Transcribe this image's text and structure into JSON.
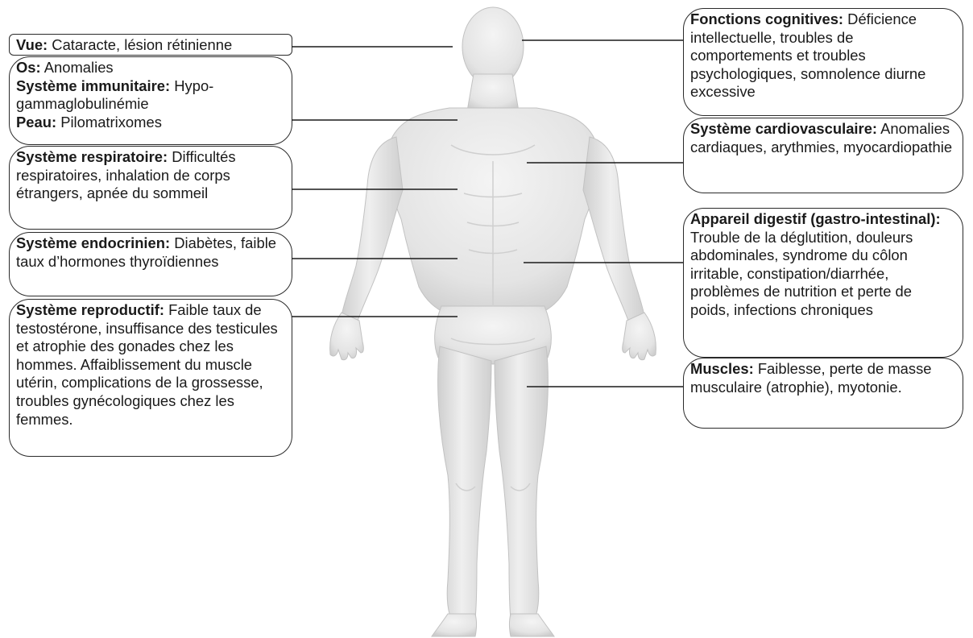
{
  "left_boxes": [
    {
      "id": "vue",
      "entries": [
        {
          "term": "Vue:",
          "desc": " Cataracte, lésion rétinienne"
        }
      ]
    },
    {
      "id": "os-immuno-peau",
      "entries": [
        {
          "term": "Os:",
          "desc": " Anomalies"
        },
        {
          "term": "Système immunitaire:",
          "desc": " Hypo-gammaglobulinémie"
        },
        {
          "term": "Peau:",
          "desc": " Pilomatrixomes"
        }
      ]
    },
    {
      "id": "respiratoire",
      "entries": [
        {
          "term": "Système respiratoire:",
          "desc": " Difficultés respiratoires, inhalation de corps étrangers, apnée du sommeil"
        }
      ]
    },
    {
      "id": "endocrinien",
      "entries": [
        {
          "term": "Système endocrinien:",
          "desc": " Diabètes, faible taux d’hormones thyroïdiennes"
        }
      ]
    },
    {
      "id": "reproductif",
      "entries": [
        {
          "term": "Système reproductif:",
          "desc": " Faible taux de testostérone, insuffisance des testicules et atrophie des gonades chez les hommes. Affaiblissement du muscle utérin, complications de la grossesse, troubles gynécologiques chez les femmes."
        }
      ]
    }
  ],
  "right_boxes": [
    {
      "id": "cognitives",
      "entries": [
        {
          "term": "Fonctions cognitives:",
          "desc": " Déficience intellectuelle, troubles de comportements et troubles psychologiques,  somnolence diurne excessive"
        }
      ]
    },
    {
      "id": "cardio",
      "entries": [
        {
          "term": "Système cardiovasculaire:",
          "desc": " Anomalies cardiaques, arythmies, myocardiopathie"
        }
      ]
    },
    {
      "id": "digestif",
      "entries": [
        {
          "term": "Appareil digestif (gastro-intestinal):",
          "desc": " Trouble de la déglutition, douleurs abdominales, syndrome du côlon irritable, constipation/diarrhée, problèmes de nutrition et perte de poids, infections chroniques"
        }
      ]
    },
    {
      "id": "muscles",
      "entries": [
        {
          "term": "Muscles:",
          "desc": " Faiblesse, perte de masse musculaire (atrophie), myotonie."
        }
      ]
    }
  ],
  "colors": {
    "line": "#1a1a1a",
    "box_border": "#2a2a2a",
    "body_fill": "#e9e9e9",
    "body_shade": "#cfcfcf"
  }
}
